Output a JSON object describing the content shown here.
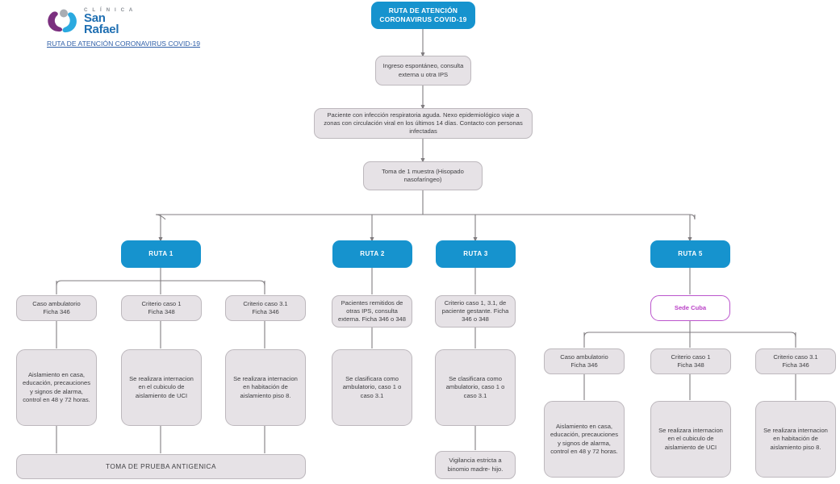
{
  "brand": {
    "clinica": "C L Í N I C A",
    "name_line1": "San",
    "name_line2": "Rafael",
    "logo_icon": "clinic-person-logo"
  },
  "document": {
    "title": "RUTA DE ATENCIÓN CORONAVIRUS COVID-19"
  },
  "colors": {
    "blue": "#1693ce",
    "gray_fill": "#e6e2e6",
    "gray_stroke": "#bdb8bd",
    "purple": "#b93fc6",
    "link": "#2f5fa8",
    "connector": "#807d80"
  },
  "flow": {
    "root": "RUTA DE ATENCIÓN CORONAVIRUS COVID-19",
    "step_intake": "Ingreso espontáneo, consulta externa u otra IPS",
    "step_criteria": "Paciente con infección respiratoria aguda. Nexo epidemiológico viaje a zonas con circulación viral en los últimos 14 días. Contacto con personas infectadas",
    "step_sample": "Toma de 1 muestra (Hisopado nasofaríngeo)",
    "routes": [
      {
        "label": "RUTA 1"
      },
      {
        "label": "RUTA 2"
      },
      {
        "label": "RUTA 3"
      },
      {
        "label": "RUTA 5"
      }
    ],
    "ruta1": {
      "criteria": [
        "Caso ambulatorio\nFicha 346",
        "Criterio caso 1\nFicha 348",
        "Criterio caso 3.1\nFicha 346"
      ],
      "actions": [
        "Aislamiento en casa, educación, precauciones y signos de alarma, control en 48 y 72 horas.",
        "Se realizara internacion en el cubiculo de aislamiento de UCI",
        "Se realizara internacion en habitación de aislamiento piso 8."
      ],
      "footer": "TOMA DE PRUEBA ANTIGENICA"
    },
    "ruta2": {
      "criteria": "Pacientes remitidos de otras IPS, consulta externa. Ficha 346 o 348",
      "action": "Se clasificara como ambulatorio, caso 1 o caso 3.1"
    },
    "ruta3": {
      "criteria": "Criterio caso 1, 3.1, de paciente gestante. Ficha 346 o 348",
      "action": "Se clasificara como ambulatorio, caso 1 o caso 3.1",
      "followup": "Vigilancia estricta a binomio madre- hijo."
    },
    "ruta5": {
      "site": "Sede Cuba",
      "criteria": [
        "Caso ambulatorio\nFicha 346",
        "Criterio caso 1\nFicha 348",
        "Criterio caso 3.1\nFicha 346"
      ],
      "actions": [
        "Aislamiento en casa, educación, precauciones y signos de alarma, control en 48 y 72 horas.",
        "Se realizara internacion en el cubiculo de aislamiento de UCI",
        "Se realizara internacion en habitación de aislamiento piso 8."
      ]
    }
  }
}
